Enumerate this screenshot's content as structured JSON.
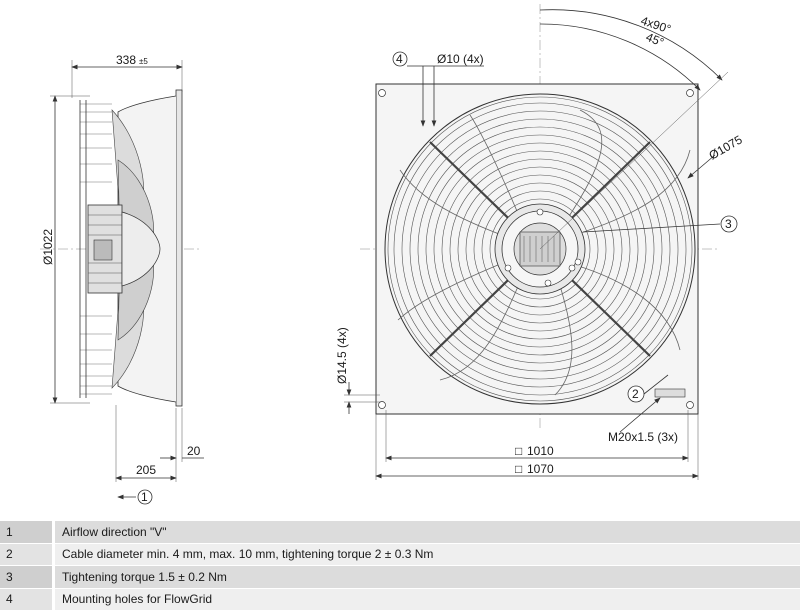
{
  "side_view": {
    "dim_overall_depth": "338",
    "dim_overall_depth_tol": "±5",
    "dim_diameter": "Ø1022",
    "dim_205": "205",
    "dim_20": "20",
    "callout_1": "1"
  },
  "front_view": {
    "angle_4x90": "4x90°",
    "angle_45": "45°",
    "callout_4": "4",
    "holes_dim": "Ø10 (4x)",
    "guard_dim": "Ø1075",
    "callout_3": "3",
    "callout_2": "2",
    "thread_dim": "M20x1.5 (3x)",
    "mount_hole_dim": "Ø14.5 (4x)",
    "dim_1010": "1010",
    "dim_1070": "1070",
    "square_symbol": "□"
  },
  "legend": [
    {
      "num": "1",
      "text": "Airflow direction \"V\""
    },
    {
      "num": "2",
      "text": "Cable diameter min. 4 mm, max. 10 mm, tightening torque 2 ± 0.3 Nm"
    },
    {
      "num": "3",
      "text": "Tightening torque 1.5 ± 0.2 Nm"
    },
    {
      "num": "4",
      "text": "Mounting holes for FlowGrid"
    }
  ]
}
